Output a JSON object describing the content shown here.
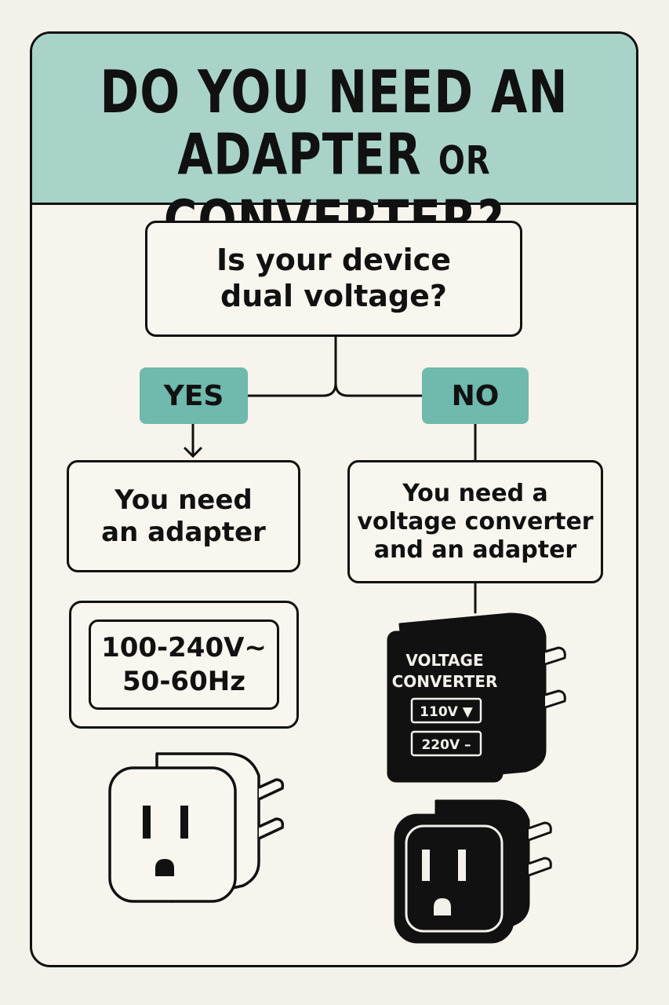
{
  "title": {
    "line1": "DO YOU NEED AN",
    "line2_a": "ADAPTER ",
    "line2_or": "OR",
    "line2_b": " CONVERTER?"
  },
  "question": {
    "line1": "Is your device",
    "line2": "dual voltage?"
  },
  "branches": {
    "yes_label": "YES",
    "no_label": "NO"
  },
  "results": {
    "yes": {
      "line1": "You need",
      "line2": "an adapter"
    },
    "no": {
      "line1": "You need a",
      "line2": "voltage converter",
      "line3": "and an adapter"
    }
  },
  "spec_label": {
    "line1": "100-240V~",
    "line2": "50-60Hz"
  },
  "converter_device": {
    "label1": "VOLTAGE",
    "label2": "CONVERTER",
    "setting1": "110V ▼",
    "setting2": "220V –"
  },
  "icons": [
    "white-outlet-adapter-icon",
    "voltage-converter-icon",
    "black-outlet-adapter-icon",
    "arrow-down-icon"
  ],
  "colors": {
    "header_bg": "#a9d3c9",
    "pill_bg": "#6fb9ad",
    "page_bg": "#f3f1ea",
    "ink": "#111111"
  }
}
